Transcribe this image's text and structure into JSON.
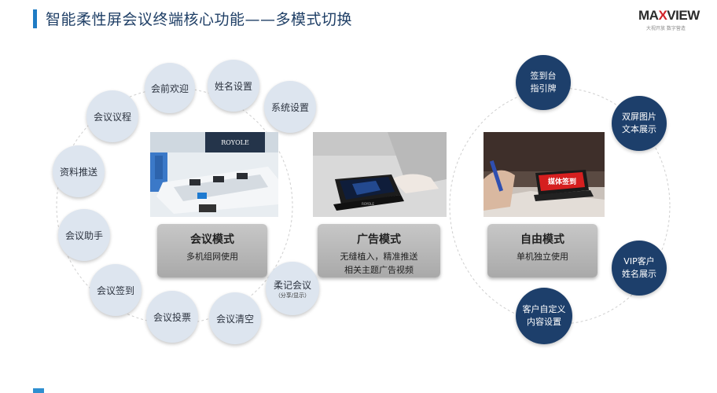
{
  "header": {
    "title": "智能柔性屏会议终端核心功能——多模式切换",
    "logo_text_pre": "MA",
    "logo_text_x": "X",
    "logo_text_post": "VIEW",
    "logo_sub": "大视开放 数字营造"
  },
  "left_ring": {
    "items": [
      {
        "label": "会前欢迎"
      },
      {
        "label": "姓名设置"
      },
      {
        "label": "系统设置"
      },
      {
        "label": "会议议程"
      },
      {
        "label": "资料推送"
      },
      {
        "label": "会议助手"
      },
      {
        "label": "会议签到"
      },
      {
        "label": "会议投票"
      },
      {
        "label": "会议清空"
      },
      {
        "label": "柔记会议",
        "sub": "（分享/显示）"
      }
    ]
  },
  "right_ring": {
    "items": [
      {
        "line1": "签到台",
        "line2": "指引牌"
      },
      {
        "line1": "双屏图片",
        "line2": "文本展示"
      },
      {
        "line1": "VIP客户",
        "line2": "姓名展示"
      },
      {
        "line1": "客户自定义",
        "line2": "内容设置"
      }
    ]
  },
  "photos": {
    "meeting_brand": "ROYOLE",
    "ad_brand": "ROYOLE",
    "free_screen_text": "媒体签到"
  },
  "modes": [
    {
      "title": "会议模式",
      "line1": "多机组网使用",
      "line2": ""
    },
    {
      "title": "广告模式",
      "line1": "无缝植入，精准推送",
      "line2": "相关主题广告视频"
    },
    {
      "title": "自由模式",
      "line1": "单机独立使用",
      "line2": ""
    }
  ],
  "colors": {
    "title_bar": "#1f7cc4",
    "light_bubble": "#dde5ef",
    "dark_bubble": "#1d3f6b",
    "mode_box": "#b5b5b5",
    "logo_accent": "#d2232a"
  }
}
